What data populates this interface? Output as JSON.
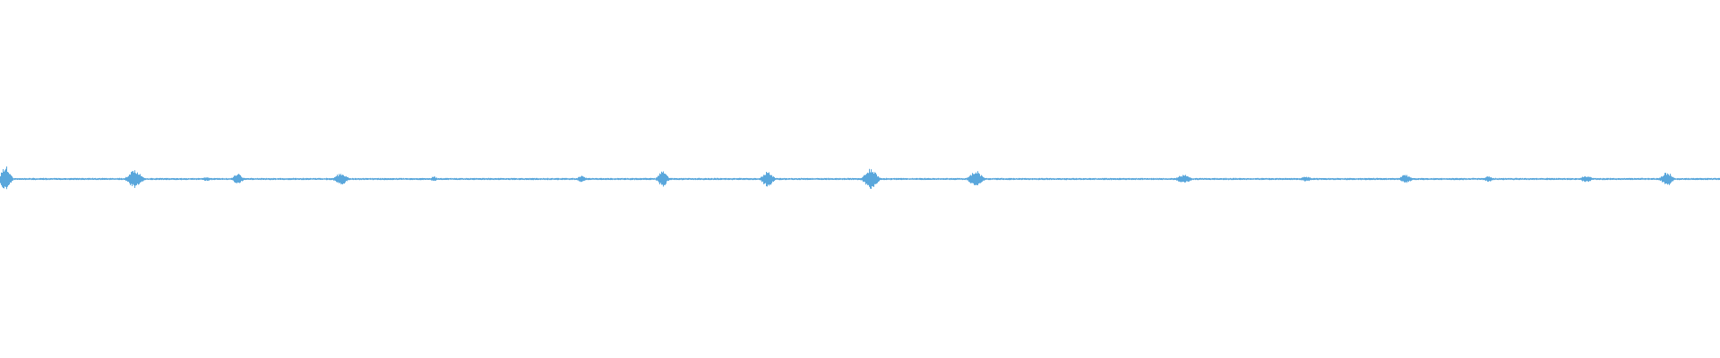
{
  "waveform": {
    "color": "#5aa7dc",
    "background": "#ffffff",
    "baseline_amplitude": 0.006,
    "segments": [
      {
        "center": 0.003,
        "width": 0.007,
        "amplitude": 0.075
      },
      {
        "center": 0.078,
        "width": 0.01,
        "amplitude": 0.05
      },
      {
        "center": 0.12,
        "width": 0.006,
        "amplitude": 0.012
      },
      {
        "center": 0.138,
        "width": 0.007,
        "amplitude": 0.03
      },
      {
        "center": 0.198,
        "width": 0.009,
        "amplitude": 0.035
      },
      {
        "center": 0.252,
        "width": 0.005,
        "amplitude": 0.015
      },
      {
        "center": 0.338,
        "width": 0.006,
        "amplitude": 0.02
      },
      {
        "center": 0.385,
        "width": 0.007,
        "amplitude": 0.045
      },
      {
        "center": 0.446,
        "width": 0.008,
        "amplitude": 0.045
      },
      {
        "center": 0.506,
        "width": 0.009,
        "amplitude": 0.065
      },
      {
        "center": 0.567,
        "width": 0.009,
        "amplitude": 0.05
      },
      {
        "center": 0.688,
        "width": 0.01,
        "amplitude": 0.025
      },
      {
        "center": 0.759,
        "width": 0.008,
        "amplitude": 0.015
      },
      {
        "center": 0.817,
        "width": 0.008,
        "amplitude": 0.025
      },
      {
        "center": 0.865,
        "width": 0.008,
        "amplitude": 0.015
      },
      {
        "center": 0.922,
        "width": 0.008,
        "amplitude": 0.02
      },
      {
        "center": 0.969,
        "width": 0.008,
        "amplitude": 0.04
      }
    ]
  }
}
